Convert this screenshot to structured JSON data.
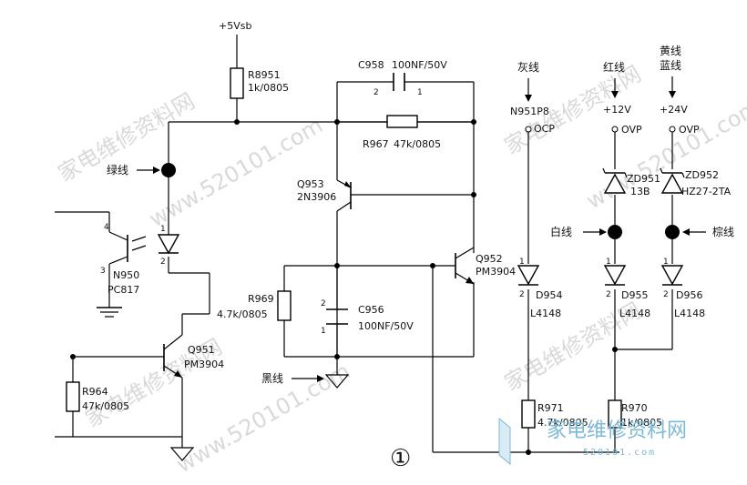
{
  "supply": {
    "vsb": "+5Vsb",
    "v12": "+12V",
    "v24": "+24V"
  },
  "wires": {
    "gray": "灰线",
    "red": "红线",
    "yellow": "黄线",
    "blue": "蓝线",
    "green": "绿线",
    "white": "白线",
    "brown": "棕线",
    "black": "黑线"
  },
  "components": {
    "r951": {
      "ref": "R8951",
      "val": "1k/0805"
    },
    "c958": {
      "ref": "C958",
      "val": "100NF/50V",
      "pin2": "2",
      "pin1": "1"
    },
    "r967": {
      "ref": "R967",
      "val": "47k/0805"
    },
    "q953": {
      "ref": "Q953",
      "type": "2N3906"
    },
    "q952": {
      "ref": "Q952",
      "type": "PM3904"
    },
    "r969": {
      "ref": "R969",
      "val": "4.7k/0805"
    },
    "c956": {
      "ref": "C956",
      "val": "100NF/50V",
      "pin2": "2",
      "pin1": "1"
    },
    "n950": {
      "ref": "N950",
      "type": "PC817",
      "pin4": "4",
      "pin3": "3",
      "pin1": "1",
      "pin2": "2"
    },
    "q951": {
      "ref": "Q951",
      "type": "PM3904"
    },
    "r964": {
      "ref": "R964",
      "val": "47k/0805"
    },
    "n951": {
      "ref": "N951P8",
      "sig": "OCP"
    },
    "d954": {
      "ref": "D954",
      "type": "L4148",
      "pin1": "1",
      "pin2": "2"
    },
    "r971": {
      "ref": "R971",
      "val": "4.7k/0805"
    },
    "zd951": {
      "ref": "ZD951",
      "val": "13B"
    },
    "zd952": {
      "ref": "ZD952",
      "val": "HZ27-2TA"
    },
    "ovp1": "OVP",
    "ovp2": "OVP",
    "d955": {
      "ref": "D955",
      "type": "L4148",
      "pin1": "1",
      "pin2": "2"
    },
    "d956": {
      "ref": "D956",
      "type": "L4148",
      "pin1": "1",
      "pin2": "2"
    },
    "r970": {
      "ref": "R970",
      "val": "1k/0805"
    }
  },
  "figure_number": "①",
  "watermarks": {
    "site": "家电维修资料网",
    "url": "www.520101.com"
  },
  "logo": {
    "text": "家电维修资料网",
    "sub": "520101.com"
  }
}
